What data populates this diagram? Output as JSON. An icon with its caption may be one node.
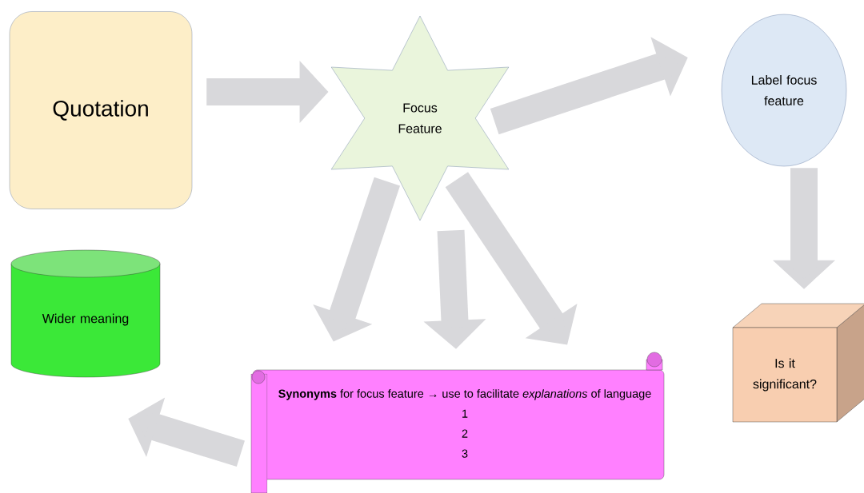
{
  "diagram": {
    "nodes": [
      {
        "text": [
          "Quotation"
        ]
      },
      {
        "text": [
          "Focus Feature"
        ]
      },
      {
        "text": [
          "Label focus feature"
        ]
      },
      {
        "text": [
          "Is it significant?"
        ]
      },
      {
        "text": [
          "**Synonyms** for focus feature → use to facilitate *explanations* of language",
          "1",
          "2",
          "3"
        ]
      },
      {
        "text": [
          "Wider meaning"
        ]
      }
    ],
    "edges": [
      {
        "from": 0,
        "to": 1,
        "arrow": "to"
      },
      {
        "from": 1,
        "to": 2,
        "arrow": "to"
      },
      {
        "from": 2,
        "to": 3,
        "arrow": "to"
      },
      {
        "from": 1,
        "to": 4,
        "arrow": "to"
      },
      {
        "from": 1,
        "to": 4,
        "arrow": "to"
      },
      {
        "from": 1,
        "to": 4,
        "arrow": "to"
      },
      {
        "from": 4,
        "to": 5,
        "arrow": "to"
      }
    ]
  }
}
